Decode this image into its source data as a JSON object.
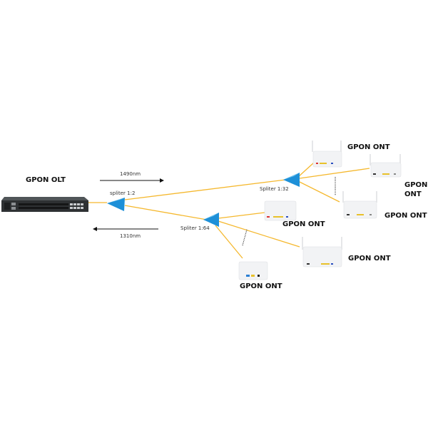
{
  "olt": {
    "label": "GPON OLT"
  },
  "wavelengths": {
    "downstream": "1490nm",
    "upstream": "1310nm"
  },
  "splitters": [
    {
      "id": "s12",
      "label": "spliter 1:2"
    },
    {
      "id": "s132",
      "label": "Spliter 1:32"
    },
    {
      "id": "s164",
      "label": "Spliter 1:64"
    }
  ],
  "onts": [
    {
      "label": "GPON ONT"
    },
    {
      "label": "GPON\nONT",
      "line1": "GPON",
      "line2": "ONT"
    },
    {
      "label": "GPON ONT"
    },
    {
      "label": "GPON ONT"
    },
    {
      "label": "GPON ONT"
    },
    {
      "label": "GPON ONT"
    }
  ],
  "colors": {
    "fiber": "#f5b82e",
    "splitter": "#1e90d8",
    "splitter_dark": "#0d6fb0",
    "olt_body": "#2e3133",
    "ont_body": "#f2f3f5"
  }
}
